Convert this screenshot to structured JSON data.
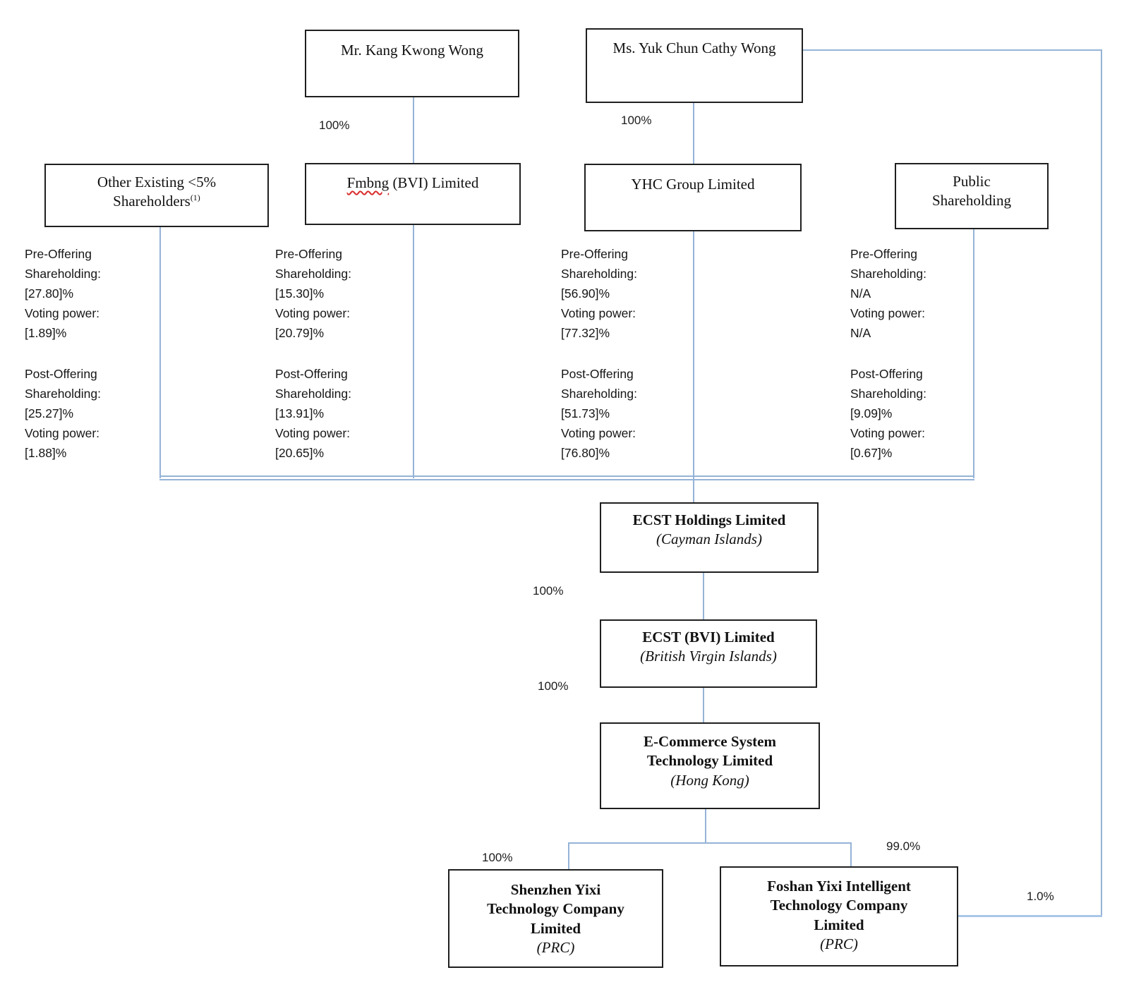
{
  "colors": {
    "connector": "#95b3d7",
    "connector_light": "#a9c7e8",
    "box_border": "#1f1f1f",
    "spellcheck_underline": "#d92b2b"
  },
  "nodes": {
    "mr_kang": {
      "label": "Mr. Kang Kwong Wong"
    },
    "ms_yuk": {
      "label": "Ms. Yuk Chun Cathy Wong"
    },
    "other_existing": {
      "label_line1": "Other Existing <5%",
      "label_line2": "Shareholders",
      "footnote": "(1)"
    },
    "fmbng": {
      "misspelled_word": "Fmbng",
      "label_rest": " (BVI) Limited"
    },
    "yhc": {
      "label": "YHC Group Limited"
    },
    "public": {
      "label_line1": "Public",
      "label_line2": "Shareholding"
    },
    "ecst_holdings": {
      "name": "ECST Holdings Limited",
      "jurisdiction": "(Cayman Islands)"
    },
    "ecst_bvi": {
      "name": "ECST (BVI) Limited",
      "jurisdiction": "(British Virgin Islands)"
    },
    "ecommerce": {
      "name_line1": "E-Commerce System",
      "name_line2": "Technology Limited",
      "jurisdiction": "(Hong Kong)"
    },
    "shenzhen": {
      "name_line1": "Shenzhen Yixi",
      "name_line2": "Technology Company",
      "name_line3": "Limited",
      "jurisdiction": "(PRC)"
    },
    "foshan": {
      "name_line1": "Foshan Yixi Intelligent",
      "name_line2": "Technology Company",
      "name_line3": "Limited",
      "jurisdiction": "(PRC)"
    }
  },
  "notes": [
    {
      "pre": [
        "Pre-Offering",
        "Shareholding:",
        "[27.80]%",
        "Voting power:",
        "[1.89]%"
      ],
      "post": [
        "Post-Offering",
        "Shareholding:",
        "[25.27]%",
        "Voting power:",
        "[1.88]%"
      ]
    },
    {
      "pre": [
        "Pre-Offering",
        "Shareholding:",
        "[15.30]%",
        "Voting power:",
        "[20.79]%"
      ],
      "post": [
        "Post-Offering",
        "Shareholding:",
        "[13.91]%",
        "Voting power:",
        "[20.65]%"
      ]
    },
    {
      "pre": [
        "Pre-Offering",
        "Shareholding:",
        "[56.90]%",
        "Voting power:",
        "[77.32]%"
      ],
      "post": [
        "Post-Offering",
        "Shareholding:",
        "[51.73]%",
        "Voting power:",
        "[76.80]%"
      ]
    },
    {
      "pre": [
        "Pre-Offering",
        "Shareholding:",
        "N/A",
        "Voting power:",
        "N/A"
      ],
      "post": [
        "Post-Offering",
        "Shareholding:",
        "[9.09]%",
        "Voting power:",
        "[0.67]%"
      ]
    }
  ],
  "edge_labels": {
    "kang_to_fmbng": "100%",
    "yuk_to_yhc": "100%",
    "holdings_to_bvi": "100%",
    "bvi_to_ecommerce": "100%",
    "ecommerce_to_shenzhen": "100%",
    "ecommerce_to_foshan": "99.0%",
    "yuk_to_foshan": "1.0%"
  }
}
